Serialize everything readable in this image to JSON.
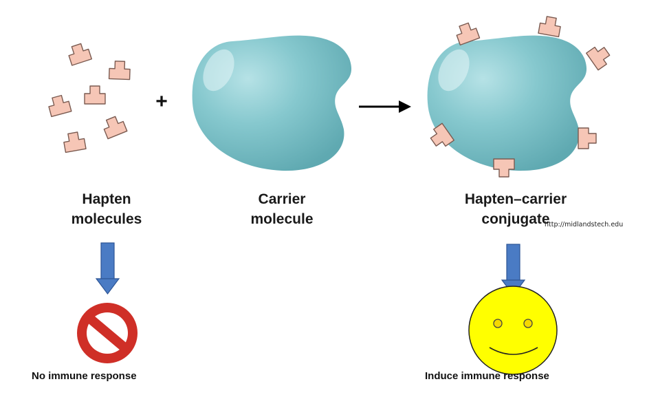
{
  "operator_plus": "+",
  "hapten": {
    "label_line1": "Hapten",
    "label_line2": "molecules",
    "result": "No immune response"
  },
  "carrier": {
    "label_line1": "Carrier",
    "label_line2": "molecule"
  },
  "conjugate": {
    "label_line1": "Hapten–carrier",
    "label_line2": "conjugate",
    "result": "Induce immune response"
  },
  "source_url": "http://midlandstech.edu",
  "colors": {
    "carrier_fill": "#7fc3c9",
    "carrier_highlight": "#c9ecee",
    "hapten_fill": "#f6c6b6",
    "hapten_stroke": "#7a5a50",
    "arrow_blue": "#4a7bc4",
    "prohibit_red": "#d9332b",
    "smiley_yellow": "#ffff00"
  },
  "icons": [
    "arrow-right-icon",
    "arrow-down-icon",
    "prohibited-icon",
    "smiley-icon"
  ]
}
